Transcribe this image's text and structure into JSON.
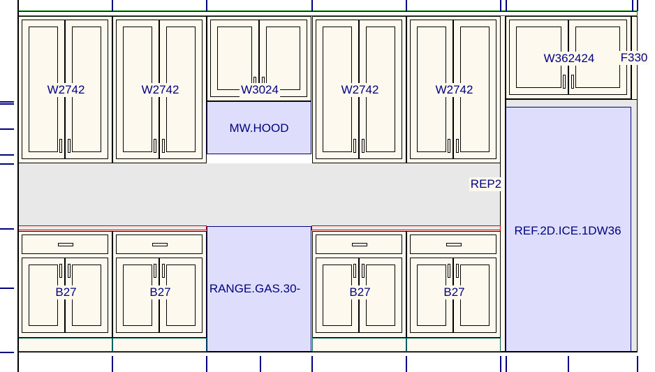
{
  "drawing": {
    "upper_cabinets": [
      {
        "label": "W2742"
      },
      {
        "label": "W2742"
      },
      {
        "label": "W3024"
      },
      {
        "label": "W2742"
      },
      {
        "label": "W2742"
      },
      {
        "label": "W362424"
      }
    ],
    "filler_label": "F330",
    "hood_label": "MW.HOOD",
    "backsplash_label": "REP2",
    "fridge_label": "REF.2D.ICE.1DW36",
    "range_label": "RANGE.GAS.30-",
    "base_cabinets": [
      {
        "label": "B27"
      },
      {
        "label": "B27"
      },
      {
        "label": "B27"
      },
      {
        "label": "B27"
      }
    ]
  }
}
